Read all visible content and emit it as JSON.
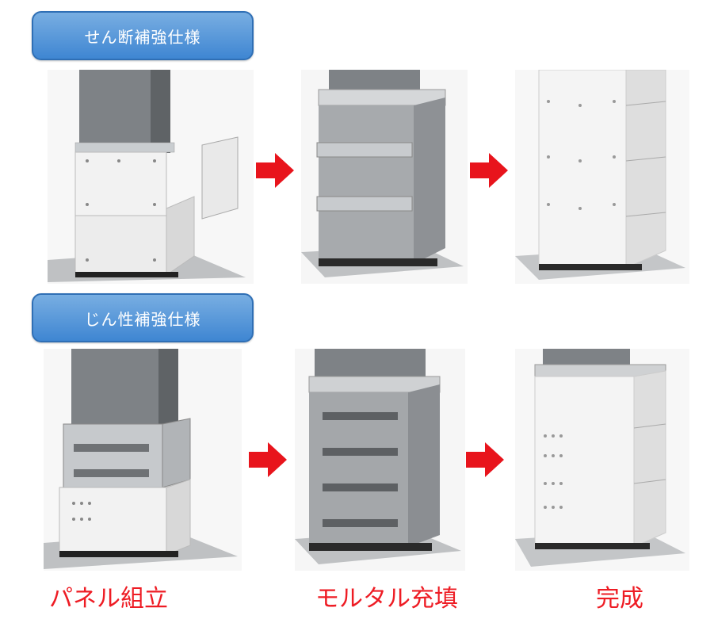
{
  "headings": {
    "seismic_shear": "せん断補強仕様",
    "seismic_toughness": "じん性補強仕様"
  },
  "steps": {
    "step1": "パネル組立",
    "step2": "モルタル充填",
    "step3": "完成"
  },
  "colors": {
    "heading_bg": "#3f86d2",
    "arrow": "#e8141c",
    "caption": "#ee1c24",
    "concrete": "#8b8f93"
  },
  "icons": [
    "right-arrow-icon"
  ]
}
